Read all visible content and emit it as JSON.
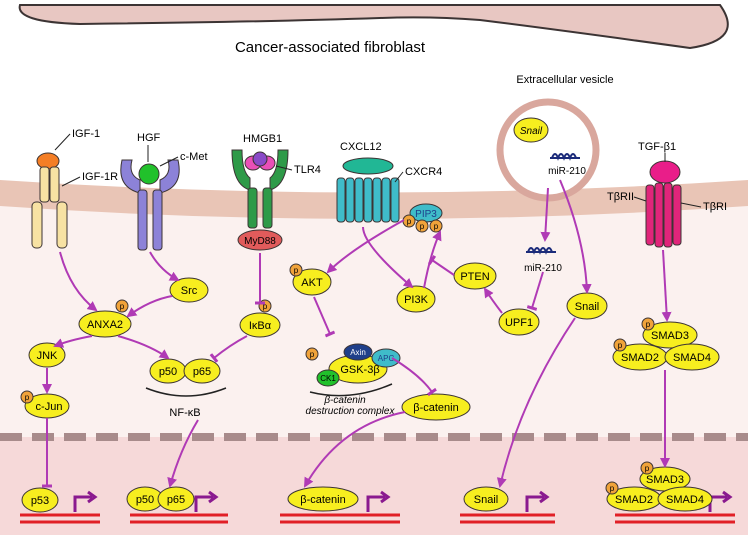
{
  "labels": {
    "fibroblast": "Cancer-associated fibroblast",
    "vesicle": "Extracellular vesicle",
    "igf1": "IGF-1",
    "igf1r": "IGF-1R",
    "hgf": "HGF",
    "cmet": "c-Met",
    "hmgb1": "HMGB1",
    "tlr4": "TLR4",
    "myd88": "MyD88",
    "cxcl12": "CXCL12",
    "cxcr4": "CXCR4",
    "pip3": "PIP3",
    "tgfb1": "TGF-β1",
    "tbrii": "TβRII",
    "tbri": "TβRI",
    "mir210": "miR-210",
    "snail": "Snail",
    "src": "Src",
    "anxa2": "ANXA2",
    "ikba": "IκBα",
    "akt": "AKT",
    "pi3k": "PI3K",
    "pten": "PTEN",
    "upf1": "UPF1",
    "jnk": "JNK",
    "cjun": "c-Jun",
    "p50": "p50",
    "p65": "p65",
    "nfkb": "NF-κB",
    "axin": "Axin",
    "apc": "APC",
    "gsk3b": "GSK-3β",
    "ck1": "CK1",
    "destruction1": "β-catenin",
    "destruction2": "destruction complex",
    "bcatenin": "β-catenin",
    "smad3": "SMAD3",
    "smad2": "SMAD2",
    "smad4": "SMAD4",
    "p53": "p53",
    "phospho": "p"
  },
  "colors": {
    "arrow": "#b03ab5",
    "protein_yellow": "#f7ee1f",
    "phospho_orange": "#f0a33a",
    "myd88_red": "#e15b5b",
    "cxcr4_teal": "#3fbcc9",
    "tlr4_green": "#2e9a48",
    "cmet_purple": "#8c82d8",
    "tgfbr_pink": "#e0257a",
    "igf1r_beige": "#f7e2a3",
    "membrane": "#e9c5b6",
    "cytoplasm": "#fbf1ef",
    "nucleus": "#f6d9d9",
    "dna_red": "#e11f26"
  }
}
